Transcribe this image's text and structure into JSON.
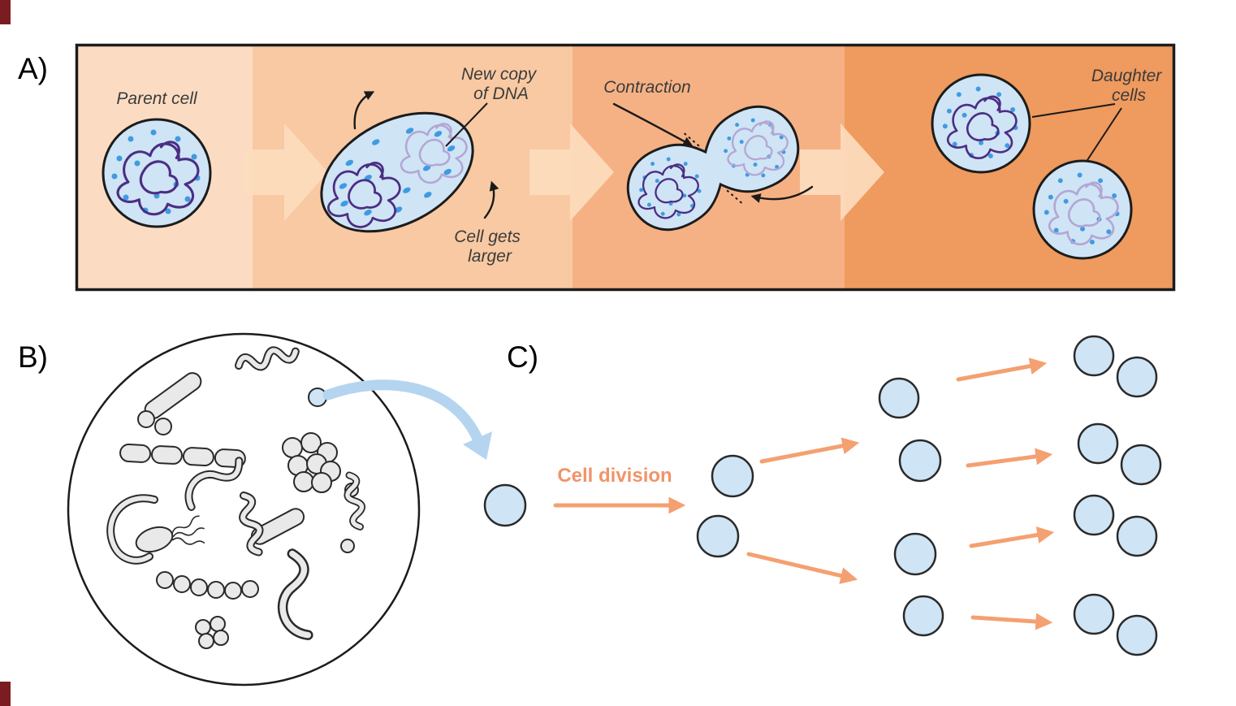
{
  "corner_marks": {
    "color": "#7a1d22"
  },
  "panels": {
    "a": {
      "label": "A)",
      "stages": {
        "parent": {
          "caption": "Parent cell"
        },
        "growth": {
          "dna_label_line1": "New copy",
          "dna_label_line2": "of DNA",
          "size_label_line1": "Cell gets",
          "size_label_line2": "larger"
        },
        "contraction": {
          "caption": "Contraction"
        },
        "daughters": {
          "caption_line1": "Daughter",
          "caption_line2": "cells"
        }
      },
      "colors": {
        "band1": "#fbdcc3",
        "band2": "#f8c9a2",
        "band3": "#f5b184",
        "band4": "#ef9a5e",
        "flow_arrow": "#fcdcbd",
        "cell_fill": "#cfe4f5",
        "cell_stroke": "#1c1c1c",
        "dna_dark": "#4b2e83",
        "dna_light": "#b3a6d4",
        "dot": "#3f9be0"
      }
    },
    "b": {
      "label": "B)",
      "colors": {
        "dish_stroke": "#1c1c1c",
        "bacteria_fill": "#e9e9e9",
        "bacteria_stroke": "#2a2a2a",
        "highlight_cell_fill": "#cfe4f5",
        "zoom_arrow": "#b5d4ef"
      }
    },
    "c": {
      "label": "C)",
      "caption": "Cell division",
      "generations": [
        1,
        2,
        4,
        8
      ],
      "colors": {
        "cell_fill": "#cfe4f5",
        "cell_stroke": "#2a2a2a",
        "arrow": "#f4a071",
        "caption": "#f0946a"
      }
    }
  }
}
